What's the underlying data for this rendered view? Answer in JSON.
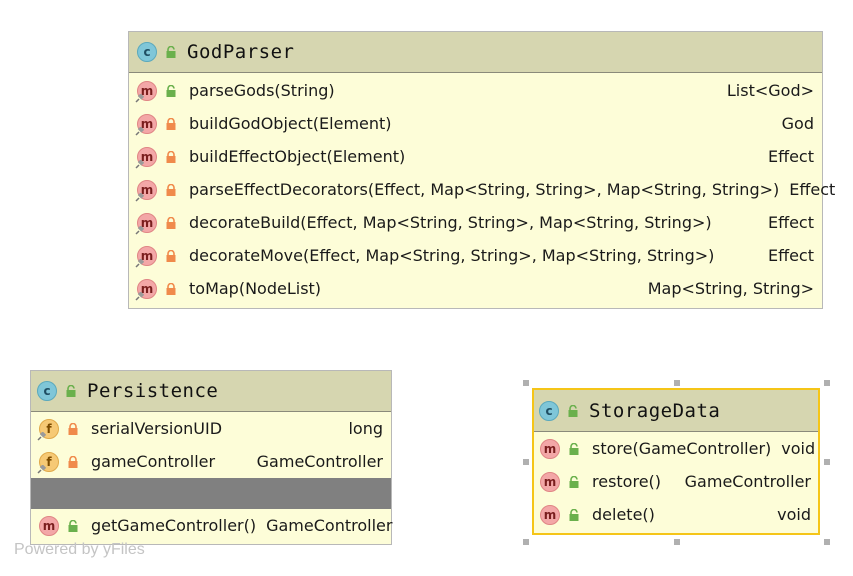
{
  "watermark": "Powered by yFiles",
  "colors": {
    "box_fill": "#fdfdd8",
    "header_fill": "#d6d6b0",
    "selected_border": "#f5c518",
    "private_lock": "#f08a4b",
    "public_lock": "#6ab04c"
  },
  "classes": [
    {
      "name": "GodParser",
      "kind_badge": "c",
      "methods": [
        {
          "badge": "m",
          "visibility": "public",
          "signature": "parseGods(String)",
          "type": "List<God>"
        },
        {
          "badge": "m",
          "visibility": "private",
          "signature": "buildGodObject(Element)",
          "type": "God"
        },
        {
          "badge": "m",
          "visibility": "private",
          "signature": "buildEffectObject(Element)",
          "type": "Effect"
        },
        {
          "badge": "m",
          "visibility": "private",
          "signature": "parseEffectDecorators(Effect, Map<String, String>, Map<String, String>)",
          "type": "Effect"
        },
        {
          "badge": "m",
          "visibility": "private",
          "signature": "decorateBuild(Effect, Map<String, String>, Map<String, String>)",
          "type": "Effect"
        },
        {
          "badge": "m",
          "visibility": "private",
          "signature": "decorateMove(Effect, Map<String, String>, Map<String, String>)",
          "type": "Effect"
        },
        {
          "badge": "m",
          "visibility": "private",
          "signature": "toMap(NodeList)",
          "type": "Map<String, String>"
        }
      ]
    },
    {
      "name": "Persistence",
      "kind_badge": "c",
      "fields": [
        {
          "badge": "f",
          "visibility": "private",
          "signature": "serialVersionUID",
          "type": "long"
        },
        {
          "badge": "f",
          "visibility": "private",
          "signature": "gameController",
          "type": "GameController"
        }
      ],
      "methods": [
        {
          "badge": "m",
          "visibility": "public",
          "signature": "getGameController()",
          "type": "GameController"
        }
      ]
    },
    {
      "name": "StorageData",
      "kind_badge": "c",
      "selected": true,
      "methods": [
        {
          "badge": "m",
          "visibility": "public",
          "signature": "store(GameController)",
          "type": "void"
        },
        {
          "badge": "m",
          "visibility": "public",
          "signature": "restore()",
          "type": "GameController"
        },
        {
          "badge": "m",
          "visibility": "public",
          "signature": "delete()",
          "type": "void"
        }
      ]
    }
  ]
}
